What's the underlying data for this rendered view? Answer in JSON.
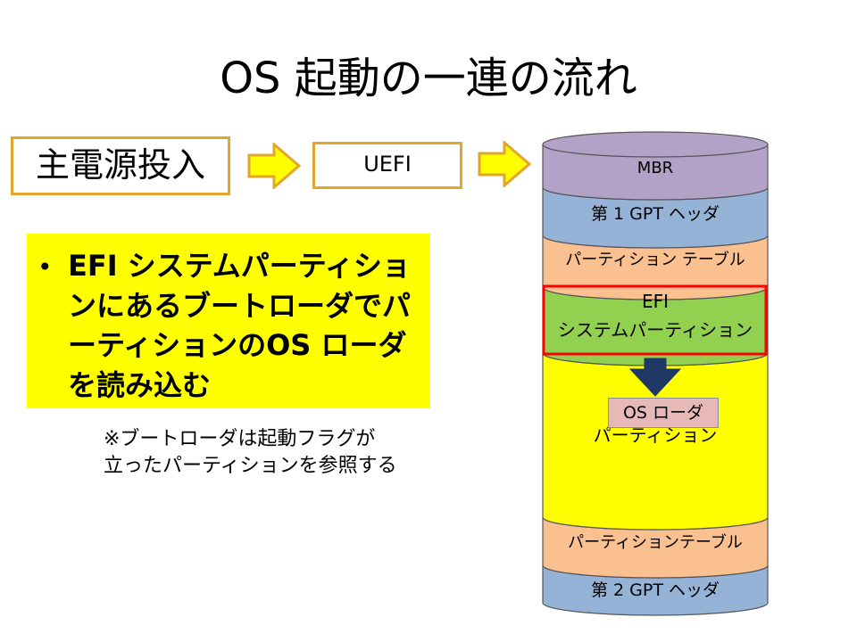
{
  "title": "OS 起動の一連の流れ",
  "flow": {
    "power_on": "主電源投入",
    "uefi": "UEFI"
  },
  "bullet": {
    "text": "EFI システムパーティションにあるブートローダでパーティションのOS ローダを読み込む"
  },
  "note": {
    "line1": "※ブートローダは起動フラグが",
    "line2": "立ったパーティションを参照する"
  },
  "disk": {
    "mbr": "MBR",
    "gpt_header_1": "第 1 GPT ヘッダ",
    "partition_table_1": "パーティション テーブル",
    "efi_line1": "EFI",
    "efi_line2": "システムパーティション",
    "partition": "パーティション",
    "os_loader": "OS ローダ",
    "partition_table_2": "パーティションテーブル",
    "gpt_header_2": "第 2 GPT ヘッダ"
  },
  "colors": {
    "flow_box_border": "#e2a52d",
    "flow_arrow_fill": "#ffff00",
    "bullet_bg": "#ffff00",
    "mbr": "#b3a2c7",
    "gpt_header": "#95b3d7",
    "partition_table": "#fac090",
    "efi_partition": "#92d050",
    "efi_highlight": "#ff0000",
    "partition": "#ffff00",
    "os_loader": "#e6b9b8",
    "down_arrow": "#1f3864"
  }
}
